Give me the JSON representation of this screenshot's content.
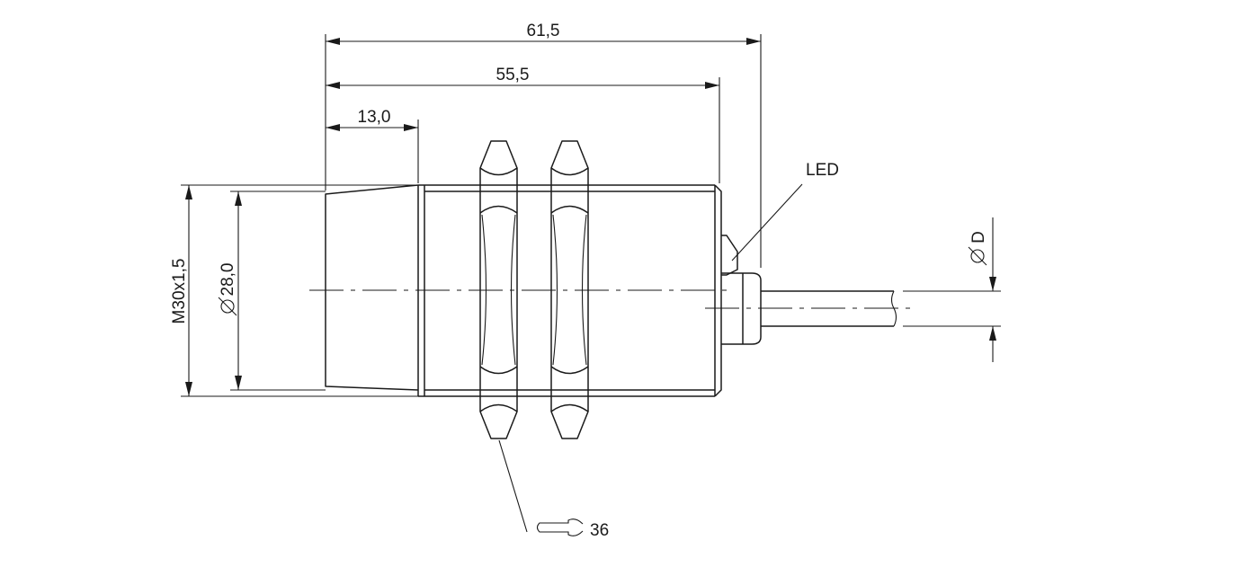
{
  "dimensions": {
    "overall_length": "61,5",
    "body_length": "55,5",
    "sensing_face_length": "13,0",
    "thread": "M30x1,5",
    "face_diameter": "28,0",
    "cable_diameter": "D",
    "wrench_size": "36"
  },
  "labels": {
    "led": "LED"
  },
  "symbols": {
    "diameter": "diameter-icon",
    "wrench": "wrench-icon"
  }
}
